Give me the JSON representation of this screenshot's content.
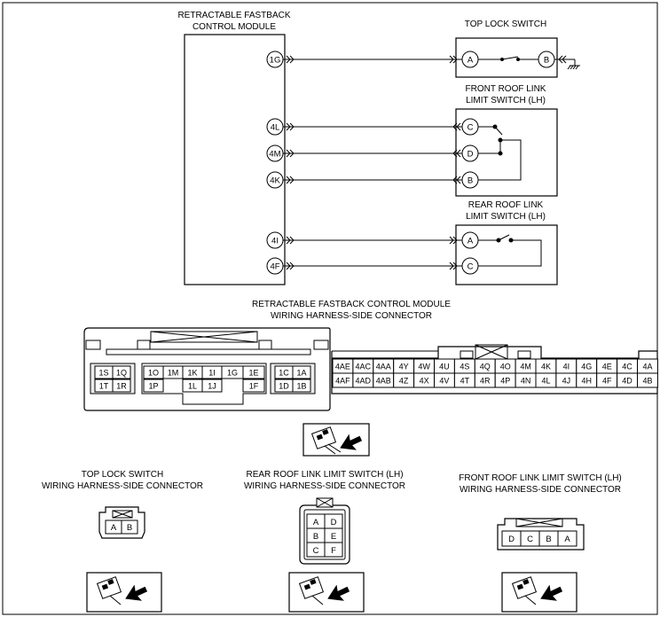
{
  "module": {
    "title_line1": "RETRACTABLE FASTBACK",
    "title_line2": "CONTROL MODULE",
    "terminals": [
      "1G",
      "4L",
      "4M",
      "4K",
      "4I",
      "4F"
    ]
  },
  "top_lock_switch": {
    "title": "TOP LOCK SWITCH",
    "pins": [
      "A",
      "B"
    ]
  },
  "front_roof_switch": {
    "title_line1": "FRONT ROOF LINK",
    "title_line2": "LIMIT SWITCH (LH)",
    "pins": [
      "C",
      "D",
      "B"
    ]
  },
  "rear_roof_switch": {
    "title_line1": "REAR ROOF LINK",
    "title_line2": "LIMIT SWITCH (LH)",
    "pins": [
      "A",
      "C"
    ]
  },
  "module_connector": {
    "title_line1": "RETRACTABLE FASTBACK CONTROL MODULE",
    "title_line2": "WIRING HARNESS-SIDE CONNECTOR",
    "left_block": {
      "g1_top": [
        "1S",
        "1Q"
      ],
      "g1_bot": [
        "1T",
        "1R"
      ],
      "g2_top": [
        "1O",
        "1M",
        "1K",
        "1I",
        "1G",
        "1E"
      ],
      "g2_bot": [
        "1P",
        "1L",
        "1J",
        "1F"
      ],
      "g3_top": [
        "1C",
        "1A"
      ],
      "g3_bot": [
        "1D",
        "1B"
      ]
    },
    "right_block": {
      "top": [
        "4AE",
        "4AC",
        "4AA",
        "4Y",
        "4W",
        "4U",
        "4S",
        "4Q",
        "4O",
        "4M",
        "4K",
        "4I",
        "4G",
        "4E",
        "4C",
        "4A"
      ],
      "bot": [
        "4AF",
        "4AD",
        "4AB",
        "4Z",
        "4X",
        "4V",
        "4T",
        "4R",
        "4P",
        "4N",
        "4L",
        "4J",
        "4H",
        "4F",
        "4D",
        "4B"
      ]
    }
  },
  "top_lock_connector": {
    "title_line1": "TOP LOCK SWITCH",
    "title_line2": "WIRING HARNESS-SIDE CONNECTOR",
    "pins": [
      "A",
      "B"
    ]
  },
  "rear_roof_connector": {
    "title_line1": "REAR ROOF LINK LIMIT SWITCH (LH)",
    "title_line2": "WIRING HARNESS-SIDE CONNECTOR",
    "pins": [
      "A",
      "D",
      "B",
      "E",
      "C",
      "F"
    ]
  },
  "front_roof_connector": {
    "title_line1": "FRONT ROOF LINK LIMIT SWITCH (LH)",
    "title_line2": "WIRING HARNESS-SIDE CONNECTOR",
    "pins": [
      "D",
      "C",
      "B",
      "A"
    ]
  },
  "icons": [
    "connector-view-icon"
  ]
}
